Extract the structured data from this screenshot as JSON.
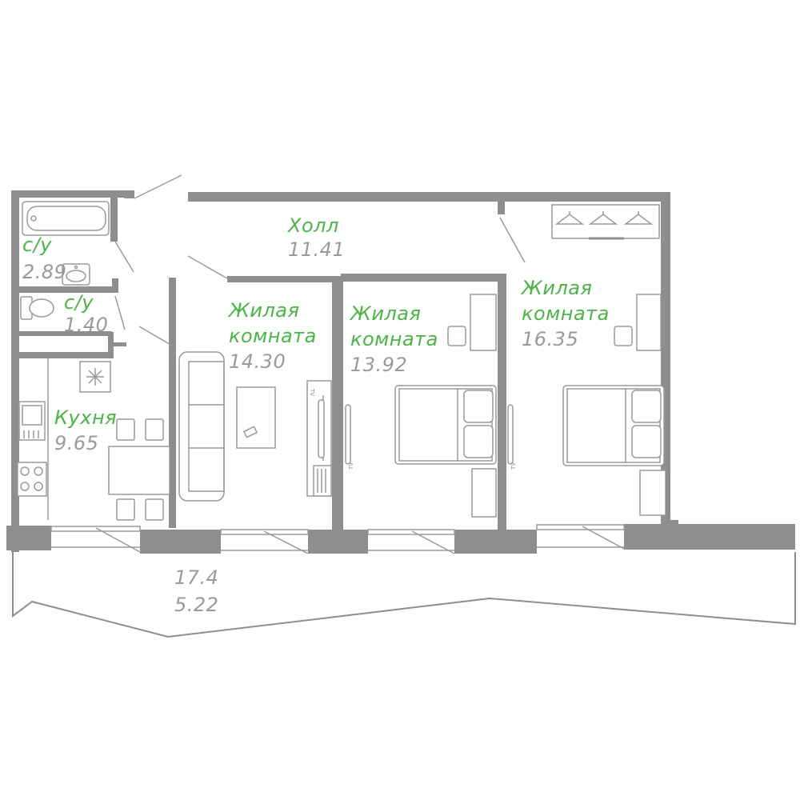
{
  "rooms": {
    "bathroom_1": {
      "name": "с/у",
      "area": "2.89"
    },
    "bathroom_2": {
      "name": "с/у",
      "area": "1.40"
    },
    "kitchen": {
      "name": "Кухня",
      "area": "9.65"
    },
    "hall": {
      "name": "Холл",
      "area": "11.41"
    },
    "living_1": {
      "name_line1": "Жилая",
      "name_line2": "комната",
      "area": "14.30"
    },
    "living_2": {
      "name_line1": "Жилая",
      "name_line2": "комната",
      "area": "13.92"
    },
    "living_3": {
      "name_line1": "Жилая",
      "name_line2": "комната",
      "area": "16.35"
    },
    "balcony": {
      "area_line1": "17.4",
      "area_line2": "5.22"
    }
  },
  "tv_labels": {
    "tv": "TV"
  },
  "colors": {
    "wall": "#8e8e90",
    "room_name": "#4cb447",
    "room_area": "#9a9a9c"
  },
  "icons": [
    "bathtub-icon",
    "sink-icon",
    "toilet-icon",
    "fridge-snowflake-icon",
    "kitchen-sink-icon",
    "stove-icon",
    "sofa-icon",
    "bed-icon",
    "tv-icon",
    "wardrobe-hanger-icon",
    "chair-icon",
    "table-icon",
    "radiator-icon"
  ]
}
